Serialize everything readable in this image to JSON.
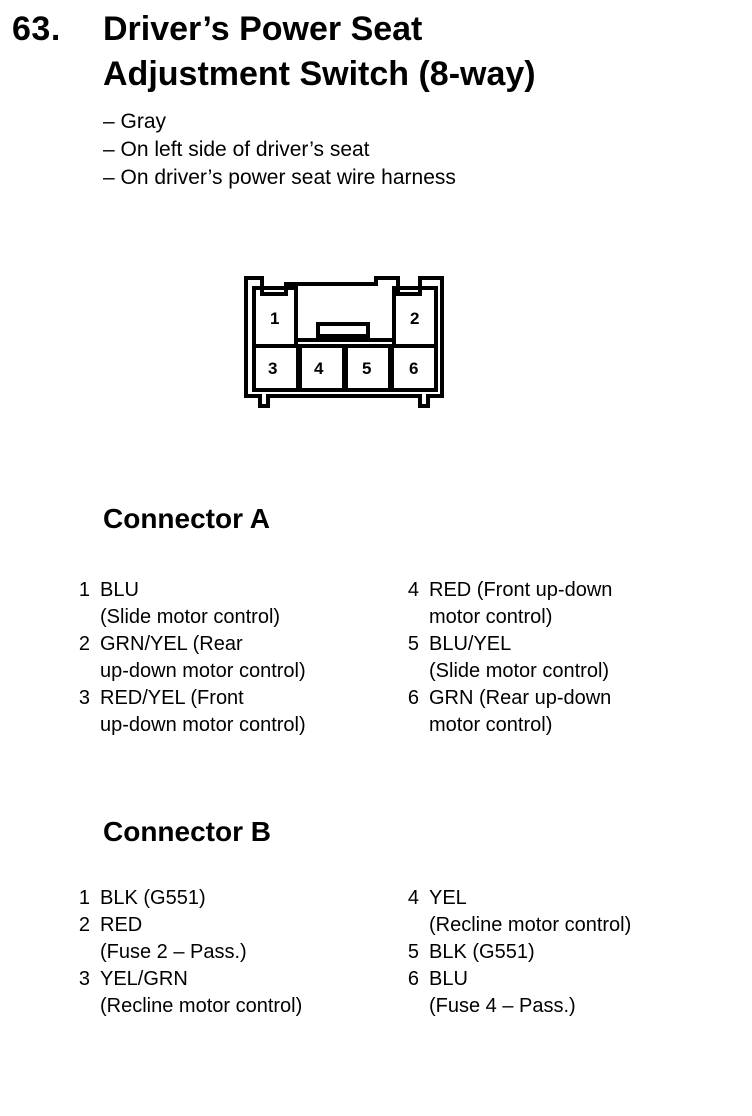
{
  "header": {
    "number": "63.",
    "title_line1": "Driver’s Power Seat",
    "title_line2": "Adjustment Switch (8-way)"
  },
  "notes": [
    "– Gray",
    "– On left side of driver’s seat",
    "– On driver’s power seat wire harness"
  ],
  "diagram": {
    "pins": [
      "1",
      "2",
      "3",
      "4",
      "5",
      "6"
    ]
  },
  "connector_a": {
    "heading": "Connector A",
    "pins": [
      {
        "num": "1",
        "line1": "BLU",
        "line2": "(Slide motor control)"
      },
      {
        "num": "2",
        "line1": "GRN/YEL (Rear",
        "line2": "up-down motor control)"
      },
      {
        "num": "3",
        "line1": "RED/YEL (Front",
        "line2": "up-down motor control)"
      },
      {
        "num": "4",
        "line1": "RED (Front up-down",
        "line2": "motor control)"
      },
      {
        "num": "5",
        "line1": "BLU/YEL",
        "line2": "(Slide motor control)"
      },
      {
        "num": "6",
        "line1": "GRN (Rear up-down",
        "line2": "motor control)"
      }
    ]
  },
  "connector_b": {
    "heading": "Connector B",
    "pins": [
      {
        "num": "1",
        "line1": "BLK (G551)"
      },
      {
        "num": "2",
        "line1": "RED",
        "line2": "(Fuse 2 – Pass.)"
      },
      {
        "num": "3",
        "line1": "YEL/GRN",
        "line2": "(Recline motor control)"
      },
      {
        "num": "4",
        "line1": "YEL",
        "line2": "(Recline motor control)"
      },
      {
        "num": "5",
        "line1": "BLK (G551)"
      },
      {
        "num": "6",
        "line1": "BLU",
        "line2": "(Fuse 4 – Pass.)"
      }
    ]
  }
}
